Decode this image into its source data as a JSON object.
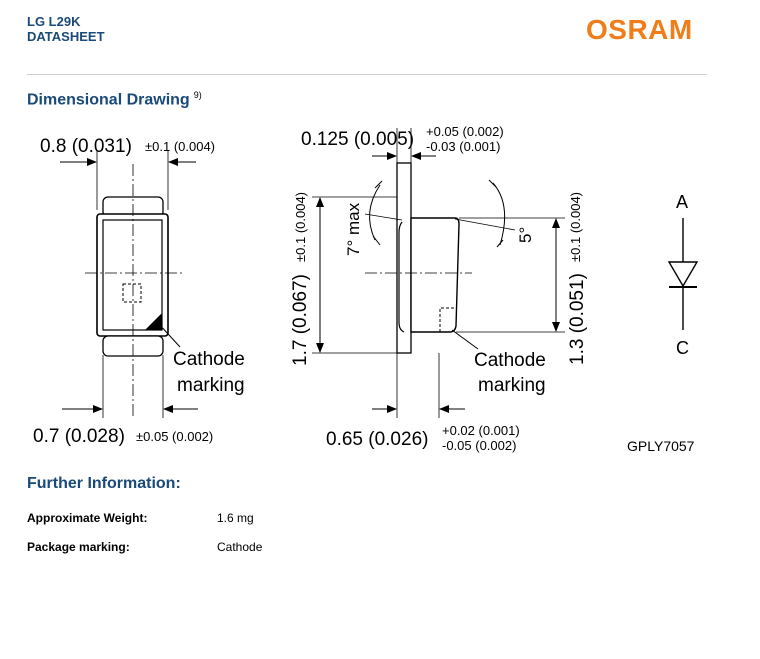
{
  "header": {
    "product": "LG L29K",
    "doc_type": "DATASHEET",
    "logo": "OSRAM",
    "brand_color": "#ee7d1a",
    "title_color": "#1a4a78"
  },
  "dimensional": {
    "title": "Dimensional Drawing",
    "footnote": "9)",
    "left_top_dim": "0.8 (0.031)",
    "left_top_tol": "±0.1 (0.004)",
    "left_bottom_dim": "0.7 (0.028)",
    "left_bottom_tol": "±0.05 (0.002)",
    "cathode_line1": "Cathode",
    "cathode_line2": "marking",
    "side_top_dim": "0.125 (0.005)",
    "side_top_tol_plus": "+0.05 (0.002)",
    "side_top_tol_minus": "-0.03 (0.001)",
    "side_height_dim": "1.7 (0.067)",
    "side_height_tol": "±0.1 (0.004)",
    "angle_left": "7° max",
    "angle_right": "5°",
    "side_right_dim": "1.3 (0.051)",
    "side_right_tol": "±0.1 (0.004)",
    "side_bottom_dim": "0.65 (0.026)",
    "side_bottom_tol_plus": "+0.02 (0.001)",
    "side_bottom_tol_minus": "-0.05 (0.002)",
    "anode": "A",
    "cathode": "C",
    "drawing_id": "GPLY7057"
  },
  "further": {
    "title": "Further Information:",
    "rows": [
      {
        "label": "Approximate Weight:",
        "value": "1.6 mg"
      },
      {
        "label": "Package marking:",
        "value": "Cathode"
      }
    ]
  }
}
